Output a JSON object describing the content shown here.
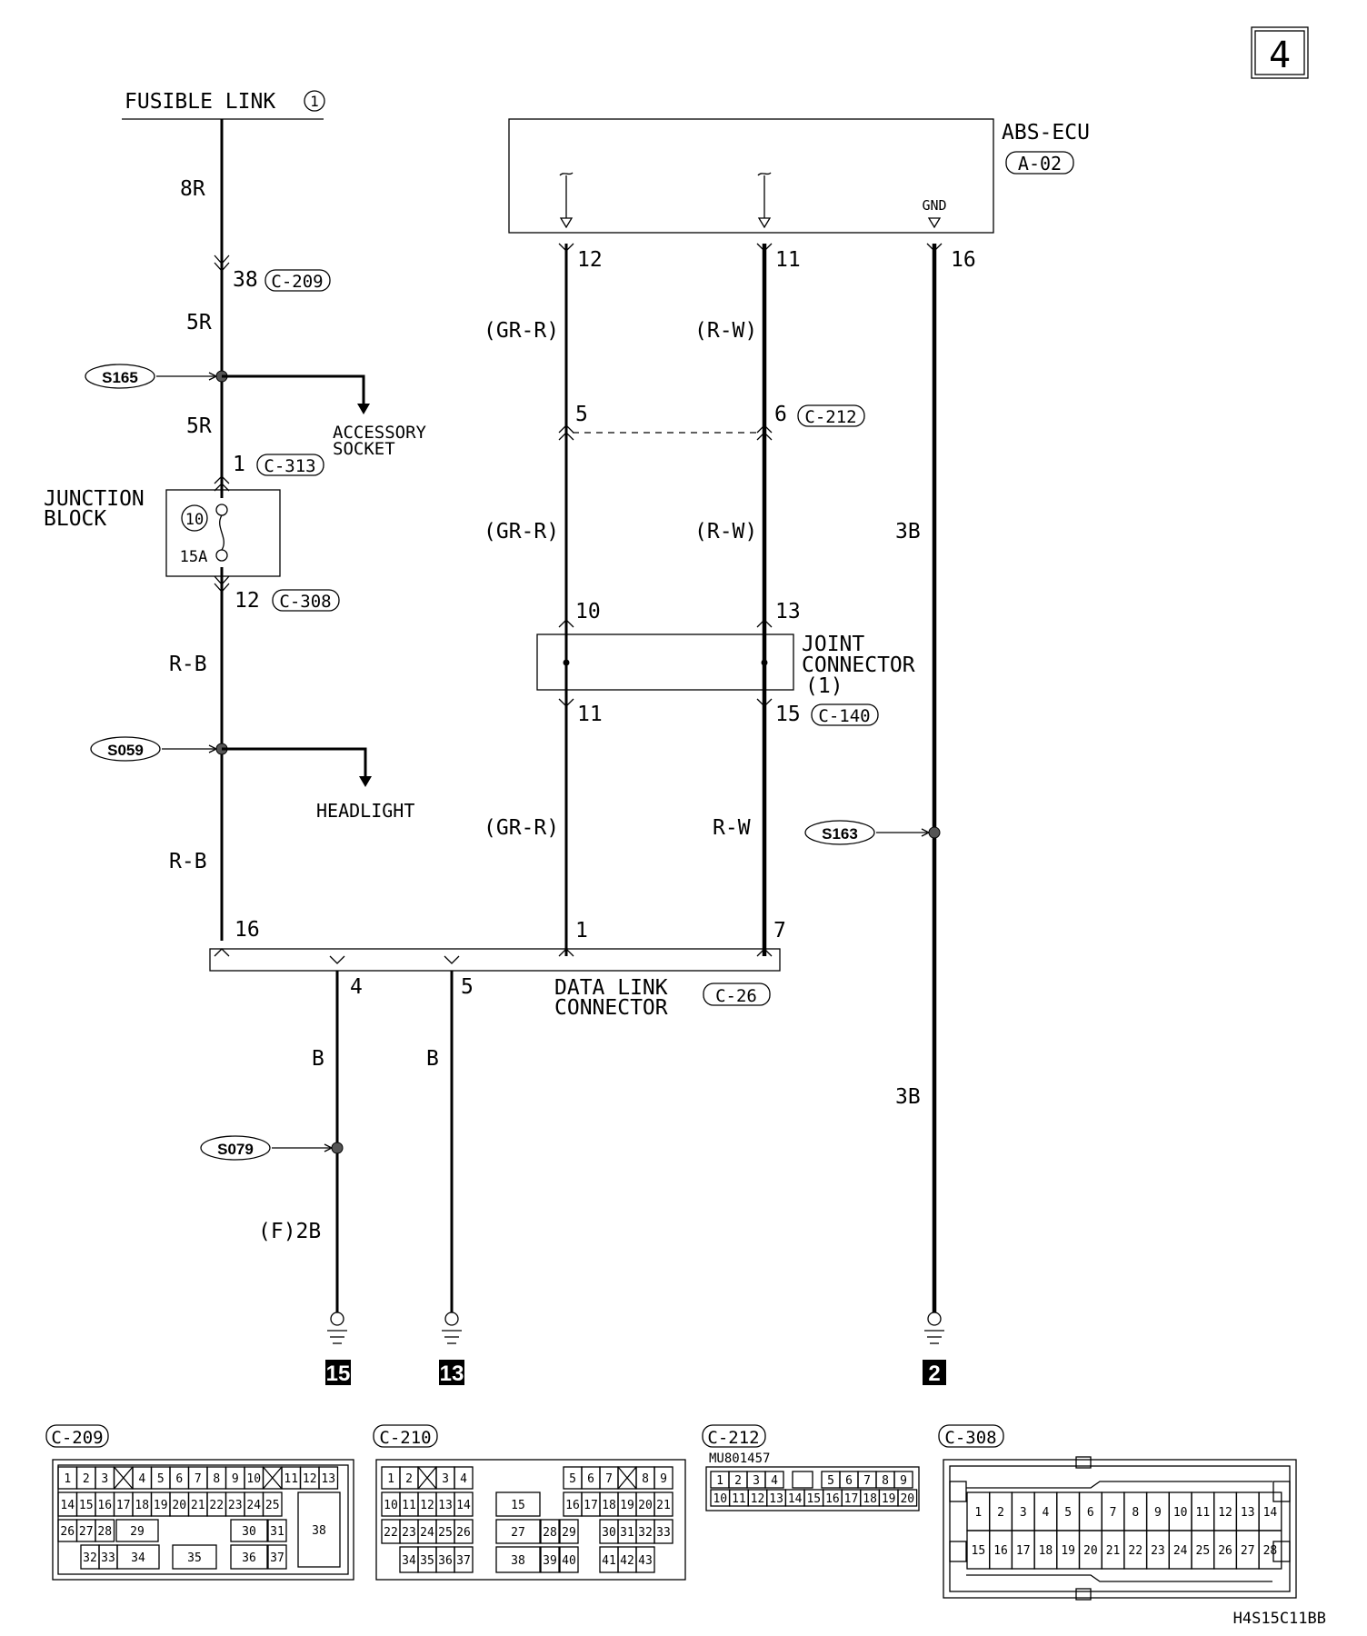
{
  "page_number": "4",
  "drawing_code": "H4S15C11BB",
  "sources": {
    "fusible_link": "FUSIBLE LINK",
    "fusible_link_no": "1",
    "abs_ecu": "ABS-ECU",
    "abs_ecu_conn": "A-02",
    "gnd_label": "GND"
  },
  "wire_labels": {
    "w8r": "8R",
    "w5r_a": "5R",
    "w5r_b": "5R",
    "wrb_a": "R-B",
    "wrb_b": "R-B",
    "grr_a": "(GR-R)",
    "grr_b": "(GR-R)",
    "grr_c": "(GR-R)",
    "rw_a": "(R-W)",
    "rw_b": "(R-W)",
    "rw_c": "R-W",
    "b3_a": "3B",
    "b3_b": "3B",
    "b_a": "B",
    "b_b": "B",
    "f2b": "(F)2B"
  },
  "pins": {
    "p38": "38",
    "p1": "1",
    "p12": "12",
    "p16_left": "16",
    "ecu12": "12",
    "ecu11": "11",
    "ecu16": "16",
    "c212_5": "5",
    "c212_6": "6",
    "jc10": "10",
    "jc13": "13",
    "jc11": "11",
    "jc15": "15",
    "dlc1": "1",
    "dlc7": "7",
    "dlc4": "4",
    "dlc5": "5"
  },
  "connectors": {
    "c209": "C-209",
    "c313": "C-313",
    "c308": "C-308",
    "c212": "C-212",
    "c140": "C-140",
    "c26": "C-26"
  },
  "components": {
    "junction_block_l1": "JUNCTION",
    "junction_block_l2": "BLOCK",
    "fuse_no": "10",
    "fuse_rating": "15A",
    "accessory_l1": "ACCESSORY",
    "accessory_l2": "SOCKET",
    "headlight": "HEADLIGHT",
    "joint_l1": "JOINT",
    "joint_l2": "CONNECTOR",
    "joint_l3": "(1)",
    "dlc_l1": "DATA LINK",
    "dlc_l2": "CONNECTOR"
  },
  "splices": {
    "s165": "S165",
    "s059": "S059",
    "s163": "S163",
    "s079": "S079"
  },
  "grounds": {
    "g15": "15",
    "g13": "13",
    "g2": "2"
  },
  "connector_faces": {
    "c209": {
      "title": "C-209"
    },
    "c210": {
      "title": "C-210"
    },
    "c212": {
      "title": "C-212",
      "part_no": "MU801457"
    },
    "c308": {
      "title": "C-308"
    }
  }
}
